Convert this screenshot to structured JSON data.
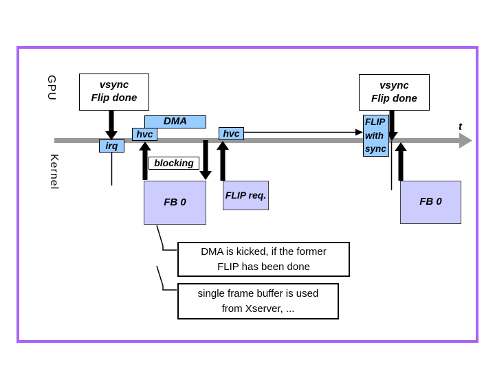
{
  "slide": {
    "lanes": {
      "gpu": "GPU",
      "kernel": "Kernel"
    },
    "timeline": {
      "axis_label": "t"
    },
    "boxes": {
      "vsync_left": {
        "l1": "vsync",
        "l2": "Flip done"
      },
      "vsync_right": {
        "l1": "vsync",
        "l2": "Flip done"
      },
      "dma": "DMA",
      "hvc_left": "hvc",
      "hvc_mid": "hvc",
      "irq": "irq",
      "blocking": "blocking",
      "fb0_left": "FB 0",
      "flip_req": "FLIP req.",
      "flip_with_sync": {
        "l1": "FLIP",
        "l2": "with",
        "l3": "sync"
      },
      "fb0_right": "FB 0"
    },
    "callouts": {
      "dma_note": {
        "l1": "DMA is kicked, if the former",
        "l2": "FLIP has been done"
      },
      "fb_note": {
        "l1": "single frame buffer is used",
        "l2": "from Xserver, ..."
      }
    },
    "colors": {
      "border_purple": "#A864F2",
      "event_blue": "#99CCFF",
      "buffer_lavender": "#CCCCFF",
      "timeline_gray": "#999999",
      "arrow_black": "#000000"
    }
  }
}
